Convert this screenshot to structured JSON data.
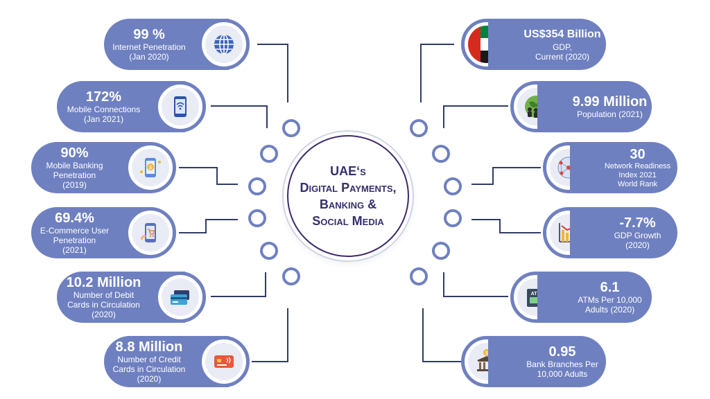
{
  "center": {
    "title": "UAE‘s\nDigital Payments,\nBanking &\nSocial Media"
  },
  "left": [
    {
      "value": "99 %",
      "label": "Internet  Penetration\n(Jan 2020)",
      "icon": "globe-icon"
    },
    {
      "value": "172%",
      "label": "Mobile Connections\n(Jan 2021)",
      "icon": "smartphone-wifi-icon"
    },
    {
      "value": "90%",
      "label": "Mobile Banking\nPenetration\n(2019)",
      "icon": "mobile-banking-icon"
    },
    {
      "value": "69.4%",
      "label": "E-Commerce User\nPenetration\n(2021)",
      "icon": "mobile-shopping-icon"
    },
    {
      "value": "10.2 Million",
      "label": "Number of Debit\nCards in Circulation\n(2020)",
      "icon": "debit-card-icon"
    },
    {
      "value": "8.8 Million",
      "label": "Number of Credit\nCards in Circulation\n(2020)",
      "icon": "credit-card-icon"
    }
  ],
  "right": [
    {
      "value": "US$354 Billion",
      "label": "GDP,\nCurrent (2020)",
      "icon": "uae-flag-icon"
    },
    {
      "value": "9.99 Million",
      "label": "Population (2021)",
      "icon": "population-globe-icon"
    },
    {
      "value": "30",
      "label": "Network Readiness\nIndex 2021\nWorld Rank",
      "icon": "network-globe-icon"
    },
    {
      "value": "-7.7%",
      "label": "GDP Growth\n(2020)",
      "icon": "declining-chart-icon"
    },
    {
      "value": "6.1",
      "label": "ATMs Per 10,000\nAdults (2020)",
      "icon": "atm-icon",
      "icon_text": "ATM"
    },
    {
      "value": "0.95",
      "label": "Bank Branches Per\n10,000 Adults",
      "icon": "bank-building-icon"
    }
  ],
  "colors": {
    "pill": "#6f80c0",
    "connector": "#2f3b66",
    "title": "#33306b"
  }
}
